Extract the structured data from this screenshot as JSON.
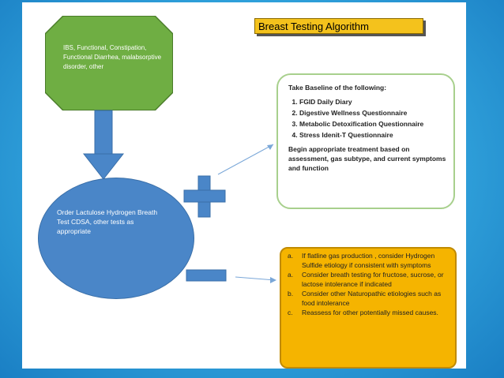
{
  "title": "Breast Testing Algorithm",
  "start_box": {
    "text": "IBS, Functional, Constipation, Functional Diarrhea, malabsorptive disorder, other"
  },
  "test_circle": {
    "text": "Order Lactulose Hydrogen Breath Test CDSA, other tests as appropriate"
  },
  "positive_branch": {
    "heading": "Take Baseline of the following:",
    "items": [
      "FGID Daily Diary",
      "Digestive Wellness Questionnaire",
      "Metabolic Detoxification Questionnaire",
      "Stress Idenit-T Questionnaire"
    ],
    "footer": "Begin appropriate treatment based on assessment, gas subtype, and current symptoms and function"
  },
  "negative_branch": {
    "items": [
      {
        "label": "a.",
        "text": "If flatline gas production , consider Hydrogen Sulfide etiology if consistent with symptoms"
      },
      {
        "label": "a.",
        "text": "Consider breath testing for fructose, sucrose, or lactose intolerance if indicated"
      },
      {
        "label": "b.",
        "text": "Consider other Naturopathic etiologies such as food intolerance"
      },
      {
        "label": "c.",
        "text": "Reassess for other potentially missed causes."
      }
    ]
  },
  "colors": {
    "start_green": "#6fae43",
    "circle_blue": "#4a86c8",
    "plus_minus_blue": "#4a86c8",
    "orange": "#f5b400",
    "title_yellow": "#f4c21c"
  }
}
